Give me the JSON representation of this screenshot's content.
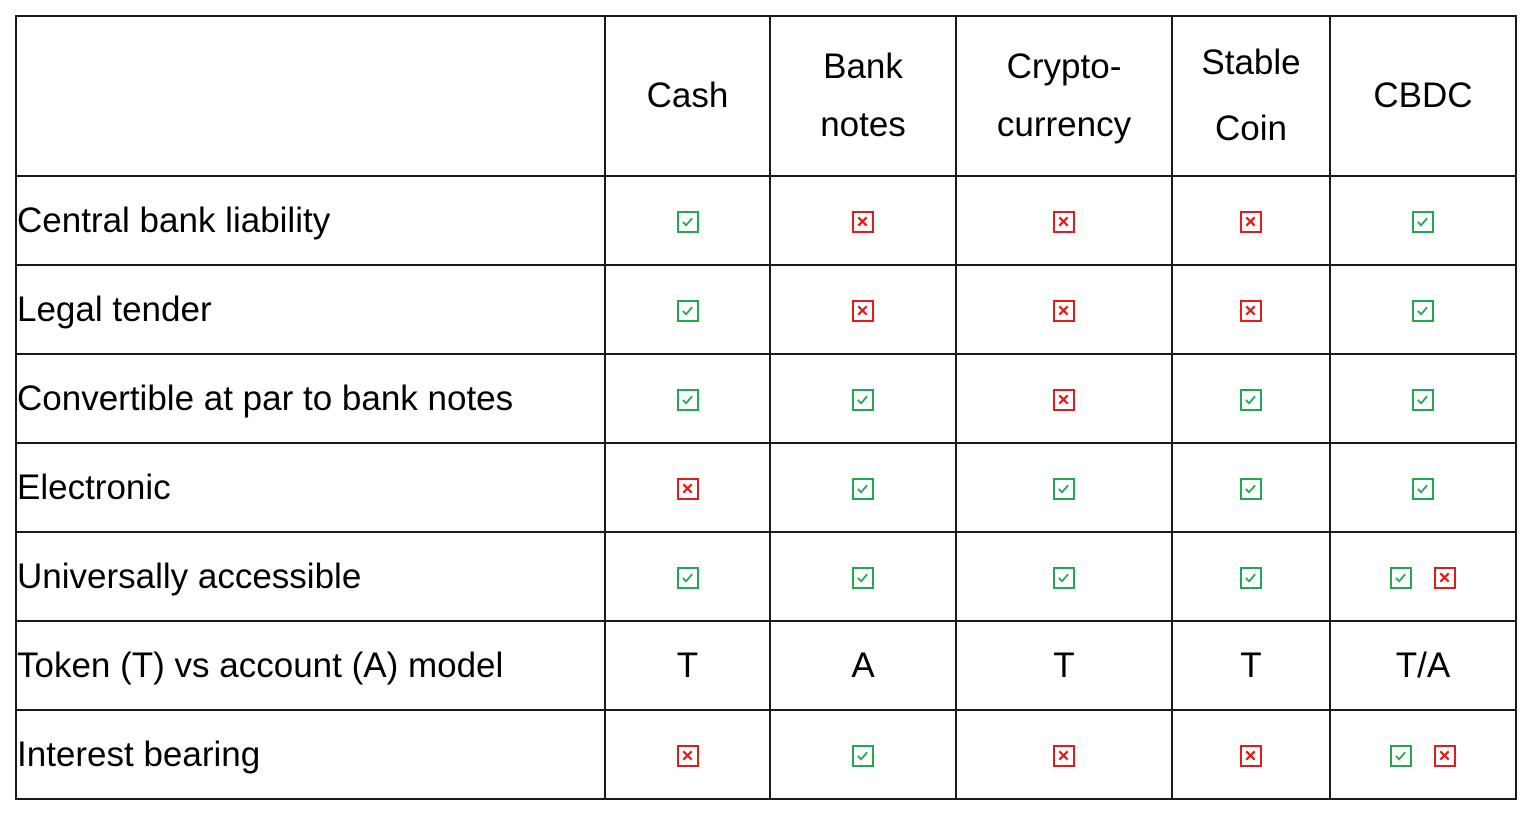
{
  "table": {
    "columns": [
      "",
      "Cash",
      "Bank\nnotes",
      "Crypto-\ncurrency",
      "Stable\nCoin",
      "CBDC"
    ],
    "header_lines": [
      [
        ""
      ],
      [
        "Cash"
      ],
      [
        "Bank",
        "notes"
      ],
      [
        "Crypto-",
        "currency"
      ],
      [
        "Stable",
        "Coin"
      ],
      [
        "CBDC"
      ]
    ],
    "rows": [
      {
        "label": "Central bank liability",
        "values": [
          [
            "check"
          ],
          [
            "cross"
          ],
          [
            "cross"
          ],
          [
            "cross"
          ],
          [
            "check"
          ]
        ]
      },
      {
        "label": "Legal tender",
        "values": [
          [
            "check"
          ],
          [
            "cross"
          ],
          [
            "cross"
          ],
          [
            "cross"
          ],
          [
            "check"
          ]
        ]
      },
      {
        "label": "Convertible at par to bank notes",
        "values": [
          [
            "check"
          ],
          [
            "check"
          ],
          [
            "cross"
          ],
          [
            "check"
          ],
          [
            "check"
          ]
        ]
      },
      {
        "label": "Electronic",
        "values": [
          [
            "cross"
          ],
          [
            "check"
          ],
          [
            "check"
          ],
          [
            "check"
          ],
          [
            "check"
          ]
        ]
      },
      {
        "label": "Universally accessible",
        "values": [
          [
            "check"
          ],
          [
            "check"
          ],
          [
            "check"
          ],
          [
            "check"
          ],
          [
            "check",
            "cross"
          ]
        ]
      },
      {
        "label": "Token (T) vs account (A) model",
        "values": [
          "T",
          "A",
          "T",
          "T",
          "T/A"
        ]
      },
      {
        "label": "Interest bearing",
        "values": [
          [
            "cross"
          ],
          [
            "check"
          ],
          [
            "cross"
          ],
          [
            "cross"
          ],
          [
            "check",
            "cross"
          ]
        ]
      }
    ]
  },
  "icons": {
    "check": {
      "name": "green-checkbox-icon",
      "color": "#22a94f"
    },
    "cross": {
      "name": "red-cross-box-icon",
      "color": "#e31b1b"
    }
  }
}
